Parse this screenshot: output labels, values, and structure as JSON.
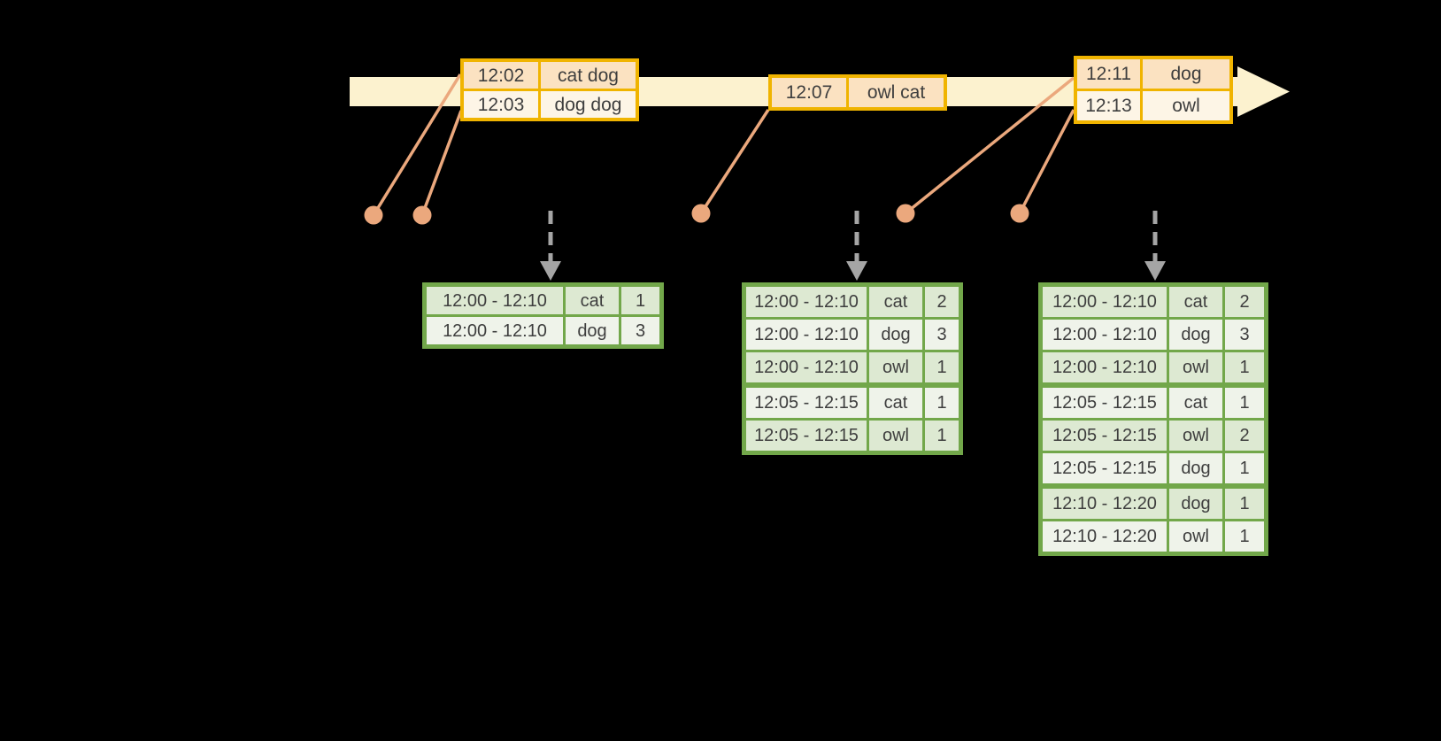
{
  "diagram": {
    "title": "windowed-stream-aggregation-diagram",
    "colors": {
      "background": "#000000",
      "timeline_band": "#fcf2cf",
      "event_table_border": "#f0b400",
      "event_row_odd": "#fbe2c1",
      "event_row_even": "#fdf5e6",
      "connector": "#eba87d",
      "trigger_arrow": "#a5a5a5",
      "result_table_border": "#72a74a",
      "result_row_odd": "#dde9d2",
      "result_row_even": "#eff3ea",
      "text": "#3e3e3e"
    },
    "icons": {
      "timeline_arrowhead": "right-arrow",
      "trigger_arrow": "down-dashed-arrow",
      "event_dot": "filled-circle"
    },
    "event_tables": [
      {
        "rows": [
          {
            "time": "12:02",
            "words": "cat dog"
          },
          {
            "time": "12:03",
            "words": "dog dog"
          }
        ]
      },
      {
        "rows": [
          {
            "time": "12:07",
            "words": "owl cat"
          }
        ]
      },
      {
        "rows": [
          {
            "time": "12:11",
            "words": "dog"
          },
          {
            "time": "12:13",
            "words": "owl"
          }
        ]
      }
    ],
    "result_tables": [
      {
        "rows": [
          {
            "window": "12:00 - 12:10",
            "word": "cat",
            "count": "1"
          },
          {
            "window": "12:00 - 12:10",
            "word": "dog",
            "count": "3"
          }
        ]
      },
      {
        "rows": [
          {
            "window": "12:00 - 12:10",
            "word": "cat",
            "count": "2"
          },
          {
            "window": "12:00 - 12:10",
            "word": "dog",
            "count": "3"
          },
          {
            "window": "12:00 - 12:10",
            "word": "owl",
            "count": "1"
          },
          {
            "window": "12:05 - 12:15",
            "word": "cat",
            "count": "1"
          },
          {
            "window": "12:05 - 12:15",
            "word": "owl",
            "count": "1"
          }
        ]
      },
      {
        "rows": [
          {
            "window": "12:00 - 12:10",
            "word": "cat",
            "count": "2"
          },
          {
            "window": "12:00 - 12:10",
            "word": "dog",
            "count": "3"
          },
          {
            "window": "12:00 - 12:10",
            "word": "owl",
            "count": "1"
          },
          {
            "window": "12:05 - 12:15",
            "word": "cat",
            "count": "1"
          },
          {
            "window": "12:05 - 12:15",
            "word": "owl",
            "count": "2"
          },
          {
            "window": "12:05 - 12:15",
            "word": "dog",
            "count": "1"
          },
          {
            "window": "12:10 - 12:20",
            "word": "dog",
            "count": "1"
          },
          {
            "window": "12:10 - 12:20",
            "word": "owl",
            "count": "1"
          }
        ]
      }
    ]
  }
}
